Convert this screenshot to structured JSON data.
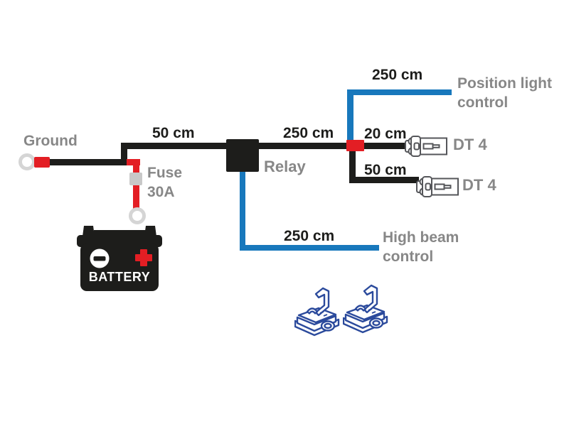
{
  "labels": {
    "ground": "Ground",
    "seg_ground_to_relay": "50 cm",
    "fuse_line1": "Fuse",
    "fuse_line2": "30A",
    "battery": "BATTERY",
    "relay": "Relay",
    "seg_relay_to_junction": "250 cm",
    "seg_position_light": "250 cm",
    "position_light_line1": "Position light",
    "position_light_line2": "control",
    "seg_dt4_top": "20 cm",
    "dt4_top": "DT 4",
    "seg_dt4_bottom": "50 cm",
    "dt4_bottom": "DT 4",
    "seg_high_beam": "250 cm",
    "high_beam_line1": "High beam",
    "high_beam_line2": "control"
  },
  "icons": {
    "ground_terminal": "ring-terminal-icon",
    "battery_terminal": "ring-terminal-icon",
    "fuse": "fuse-block-icon",
    "battery": "battery-icon",
    "relay": "relay-block",
    "junction": "wire-junction-block",
    "dt4_connectors": "dt4-plug-icon",
    "splice_connectors": "quick-splice-connector-icon"
  },
  "colors": {
    "wire_black": "#1d1d1b",
    "wire_red": "#e31e24",
    "wire_blue": "#1878bc",
    "connector_outline": "#55565a",
    "splice_blue": "#2b4a9c",
    "label_gray": "#878787",
    "terminal_ring_gray": "#d5d5d5",
    "fuse_gray": "#c8c8c8",
    "background": "#ffffff"
  }
}
